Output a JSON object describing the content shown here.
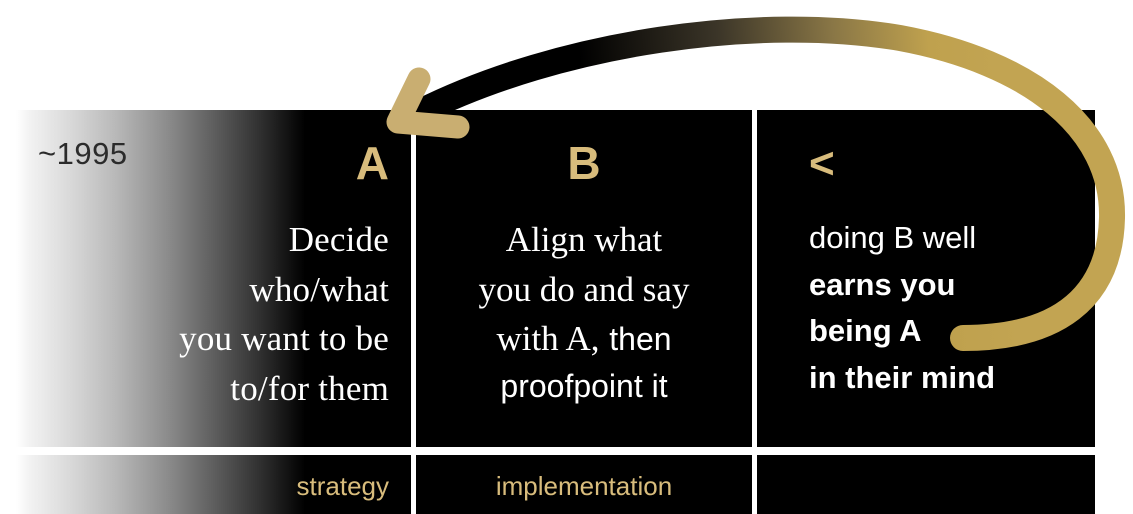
{
  "slide": {
    "year_label": "~1995",
    "accent_gold": "#D8BC7C",
    "arc_gold": "#BFA14E",
    "panel_black": "#000000",
    "text_white": "#FFFFFF"
  },
  "columns": [
    {
      "id": "a",
      "letter": "A",
      "lines": [
        "Decide",
        "who/what",
        "you want to be",
        "to/for them"
      ],
      "strip_label": "strategy"
    },
    {
      "id": "b",
      "letter": "B",
      "lines_serif": [
        "Align what",
        "you do and say",
        "with A,"
      ],
      "line_mixed_tail": "then",
      "lines_sans": [
        "proofpoint it"
      ],
      "strip_label": "implementation"
    },
    {
      "id": "c",
      "letter": "<",
      "lines_regular": [
        "doing B well"
      ],
      "lines_bold": [
        "earns you",
        "being A",
        "in their mind"
      ],
      "strip_label": ""
    }
  ],
  "arrow": {
    "name": "feedback-loop-arrow",
    "description": "curved arrow sweeping from column C back to column A",
    "head_color": "#C9AE71",
    "tail_color": "#BFA14E",
    "gradient_start_color": "#000000"
  }
}
